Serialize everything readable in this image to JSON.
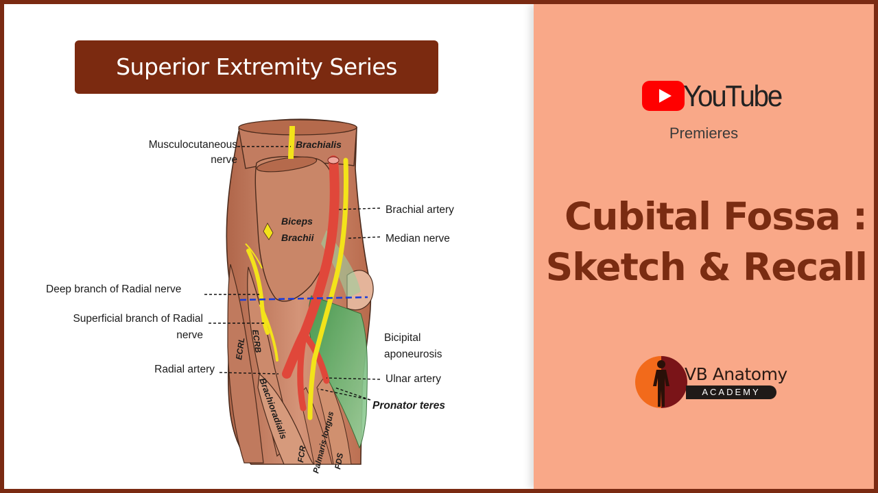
{
  "banner": {
    "series": "Superior Extremity Series"
  },
  "diagram": {
    "labels": {
      "musculocutaneous_1": "Musculocutaneous",
      "musculocutaneous_2": "nerve",
      "brachial_artery": "Brachial artery",
      "median_nerve": "Median nerve",
      "deep_branch": "Deep branch of Radial nerve",
      "superficial_1": "Superficial branch of Radial",
      "superficial_2": "nerve",
      "radial_artery": "Radial artery",
      "bicipital_1": "Bicipital",
      "bicipital_2": "aponeurosis",
      "ulnar_artery": "Ulnar artery",
      "pronator_teres": "Pronator teres"
    },
    "inner_labels": {
      "brachialis": "Brachialis",
      "biceps": "Biceps",
      "brachii": "Brachii",
      "ecrl": "ECRL",
      "ecrb": "ECRB",
      "brachioradialis": "Brachioradialis",
      "fcr": "FCR",
      "palmaris_longus": "Palmaris longus",
      "fds": "FDS"
    }
  },
  "promo": {
    "platform": "YouTube",
    "event": "Premieres",
    "title_line1": "Cubital Fossa :",
    "title_line2": "Sketch & Recall"
  },
  "brand": {
    "name": "VB Anatomy",
    "tagline": "ACADEMY"
  },
  "colors": {
    "frame": "#7a2a12",
    "panel": "#f9a888",
    "banner": "#7b2a10",
    "youtube_red": "#ff0000"
  }
}
